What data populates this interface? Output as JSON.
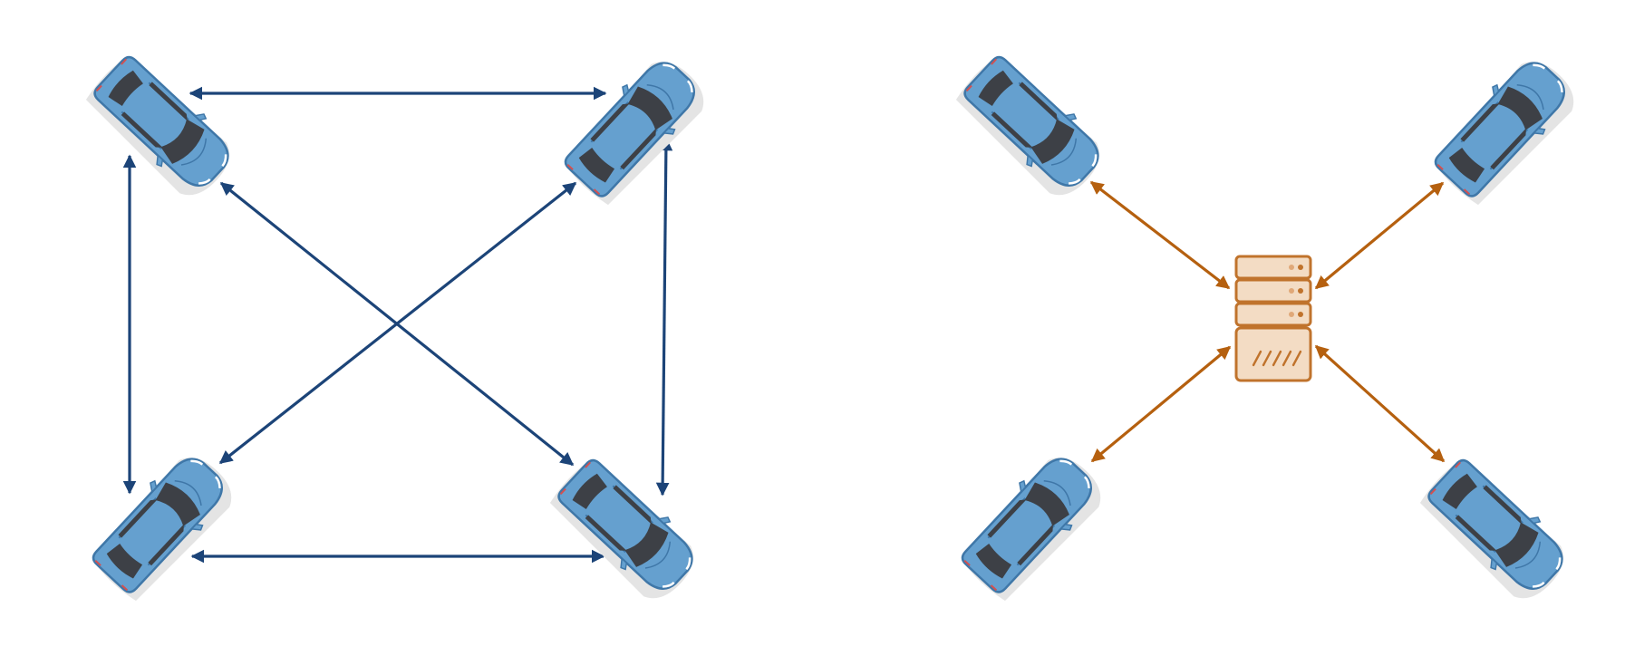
{
  "colors": {
    "background": "#ffffff",
    "v2v_arrow": "#1c4478",
    "v2i_arrow": "#b5600f",
    "car_body": "#65a0cf",
    "car_body_edge": "#3f77a8",
    "car_glass": "#3d4046",
    "car_shadow": "#e2e2e2",
    "server_fill": "#f3dcc4",
    "server_stroke": "#c0732c",
    "server_dot": "#c0732c"
  },
  "diagrams": [
    {
      "name": "vehicle-to-vehicle",
      "nodes": [
        {
          "id": "car-top-left",
          "icon": "car-icon",
          "heading": "down-right"
        },
        {
          "id": "car-top-right",
          "icon": "car-icon",
          "heading": "up-right"
        },
        {
          "id": "car-bottom-left",
          "icon": "car-icon",
          "heading": "up-right"
        },
        {
          "id": "car-bottom-right",
          "icon": "car-icon",
          "heading": "down-right"
        }
      ],
      "links": [
        {
          "from": "car-top-left",
          "to": "car-top-right",
          "direction": "bidirectional"
        },
        {
          "from": "car-top-left",
          "to": "car-bottom-left",
          "direction": "bidirectional"
        },
        {
          "from": "car-top-right",
          "to": "car-bottom-right",
          "direction": "bidirectional"
        },
        {
          "from": "car-bottom-left",
          "to": "car-bottom-right",
          "direction": "bidirectional"
        },
        {
          "from": "car-top-left",
          "to": "car-bottom-right",
          "direction": "bidirectional"
        },
        {
          "from": "car-top-right",
          "to": "car-bottom-left",
          "direction": "bidirectional"
        }
      ]
    },
    {
      "name": "vehicle-to-server",
      "nodes": [
        {
          "id": "server",
          "icon": "server-icon"
        },
        {
          "id": "car-top-left",
          "icon": "car-icon",
          "heading": "down-right"
        },
        {
          "id": "car-top-right",
          "icon": "car-icon",
          "heading": "up-right"
        },
        {
          "id": "car-bottom-left",
          "icon": "car-icon",
          "heading": "up-right"
        },
        {
          "id": "car-bottom-right",
          "icon": "car-icon",
          "heading": "down-right"
        }
      ],
      "links": [
        {
          "from": "car-top-left",
          "to": "server",
          "direction": "bidirectional"
        },
        {
          "from": "car-top-right",
          "to": "server",
          "direction": "bidirectional"
        },
        {
          "from": "car-bottom-left",
          "to": "server",
          "direction": "bidirectional"
        },
        {
          "from": "car-bottom-right",
          "to": "server",
          "direction": "bidirectional"
        }
      ]
    }
  ]
}
